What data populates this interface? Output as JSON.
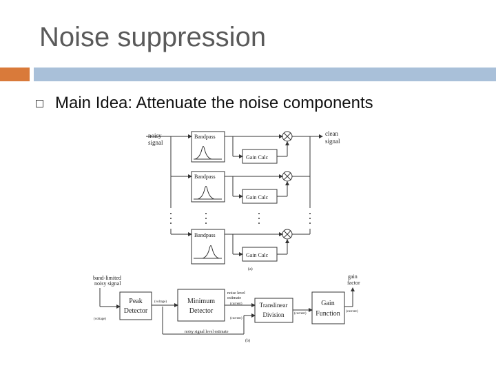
{
  "slide": {
    "title": "Noise suppression",
    "bullet": "Main Idea: Attenuate the noise components"
  },
  "diagram_a": {
    "input_label_1": "noisy",
    "input_label_2": "signal",
    "output_label_1": "clean",
    "output_label_2": "signal",
    "bandpass_label": "Bandpass",
    "gain_calc_label": "Gain Calc",
    "caption": "(a)"
  },
  "diagram_b": {
    "input_label_1": "band-limited",
    "input_label_2": "noisy signal",
    "peak_detector_1": "Peak",
    "peak_detector_2": "Detector",
    "minimum_detector_1": "Minimum",
    "minimum_detector_2": "Detector",
    "translinear_1": "Translinear",
    "translinear_2": "Division",
    "gain_function_1": "Gain",
    "gain_function_2": "Function",
    "output_label_1": "gain",
    "output_label_2": "factor",
    "voltage_label": "(voltage)",
    "current_label": "(current)",
    "noise_est_1": "noise level",
    "noise_est_2": "estimate",
    "signal_est": "noisy signal level estimate",
    "caption": "(b)"
  },
  "colors": {
    "accent_orange": "#d97a3a",
    "accent_blue": "#a9c0d9",
    "title": "#5a5a5a"
  }
}
